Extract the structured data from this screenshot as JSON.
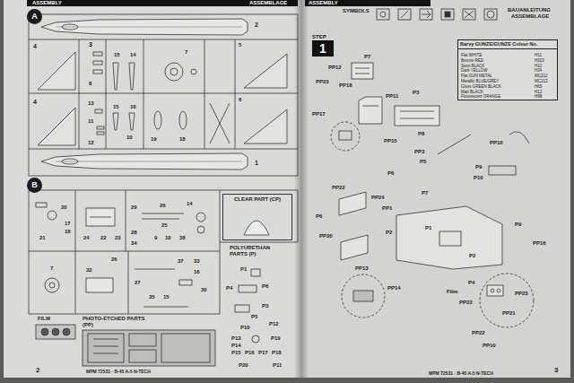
{
  "diagram": {
    "nodes": [
      {
        "text": [
          "A"
        ]
      },
      {
        "text": [
          "B"
        ]
      },
      {
        "text": [
          "CLEAR PART (CP)"
        ]
      },
      {
        "text": [
          "STEP",
          "1"
        ]
      },
      {
        "text": [
          "Barvy GUNZE/GUNZE Colour No."
        ]
      }
    ],
    "labels": [
      "ASSEMBLY",
      "ASSEMBLAGE",
      "2",
      "4",
      "3",
      "8",
      "15",
      "14",
      "7",
      "5",
      "4",
      "13",
      "11",
      "12",
      "15",
      "16",
      "10",
      "19",
      "18",
      "6",
      "1",
      "20",
      "17",
      "18",
      "21",
      "24",
      "22",
      "23",
      "29",
      "26",
      "14",
      "28",
      "25",
      "34",
      "9",
      "10",
      "38",
      "7",
      "32",
      "26",
      "27",
      "35",
      "15",
      "37",
      "33",
      "16",
      "30",
      "POLYURETHAN PARTS (P)",
      "P1",
      "P4",
      "P6",
      "P3",
      "P5",
      "P10",
      "P12",
      "P13",
      "P14",
      "P19",
      "P15",
      "P16",
      "P17",
      "P18",
      "P20",
      "P11",
      "FILM",
      "PHOTO-ETCHED PARTS (PP)",
      "2",
      "MPM 72531 · B-45 A-5 N-TECH",
      "ASSEMBLY",
      "SYMBOLS",
      "BAUANLEITUNG",
      "ASSEMBLAGE",
      "Flat WHITE",
      "H11",
      "Bronze RED",
      "H323",
      "Semi BLACK",
      "H12",
      "Dark YELLOW",
      "H34",
      "Flat GUN METAL",
      "MC212",
      "Metallic BLUE/GREY",
      "MC213",
      "Gloss GREEN BLACK",
      "H65",
      "Matt BLACK",
      "H12",
      "Fluorescent ORANGE",
      "H98",
      "PP12",
      "P7",
      "PP23",
      "PP18",
      "PP11",
      "P3",
      "PP17",
      "PP15",
      "P8",
      "PP10",
      "PP3",
      "P5",
      "P6",
      "P9",
      "P10",
      "PP22",
      "PP24",
      "P7",
      "PP1",
      "P6",
      "PP20",
      "P2",
      "P1",
      "P9",
      "PP16",
      "P2",
      "PP13",
      "PP14",
      "Film",
      "P4",
      "PP23",
      "PP23",
      "PP21",
      "PP22",
      "PP10",
      "MPM 72531 · B-45 A-5 N-TECH",
      "3"
    ]
  }
}
